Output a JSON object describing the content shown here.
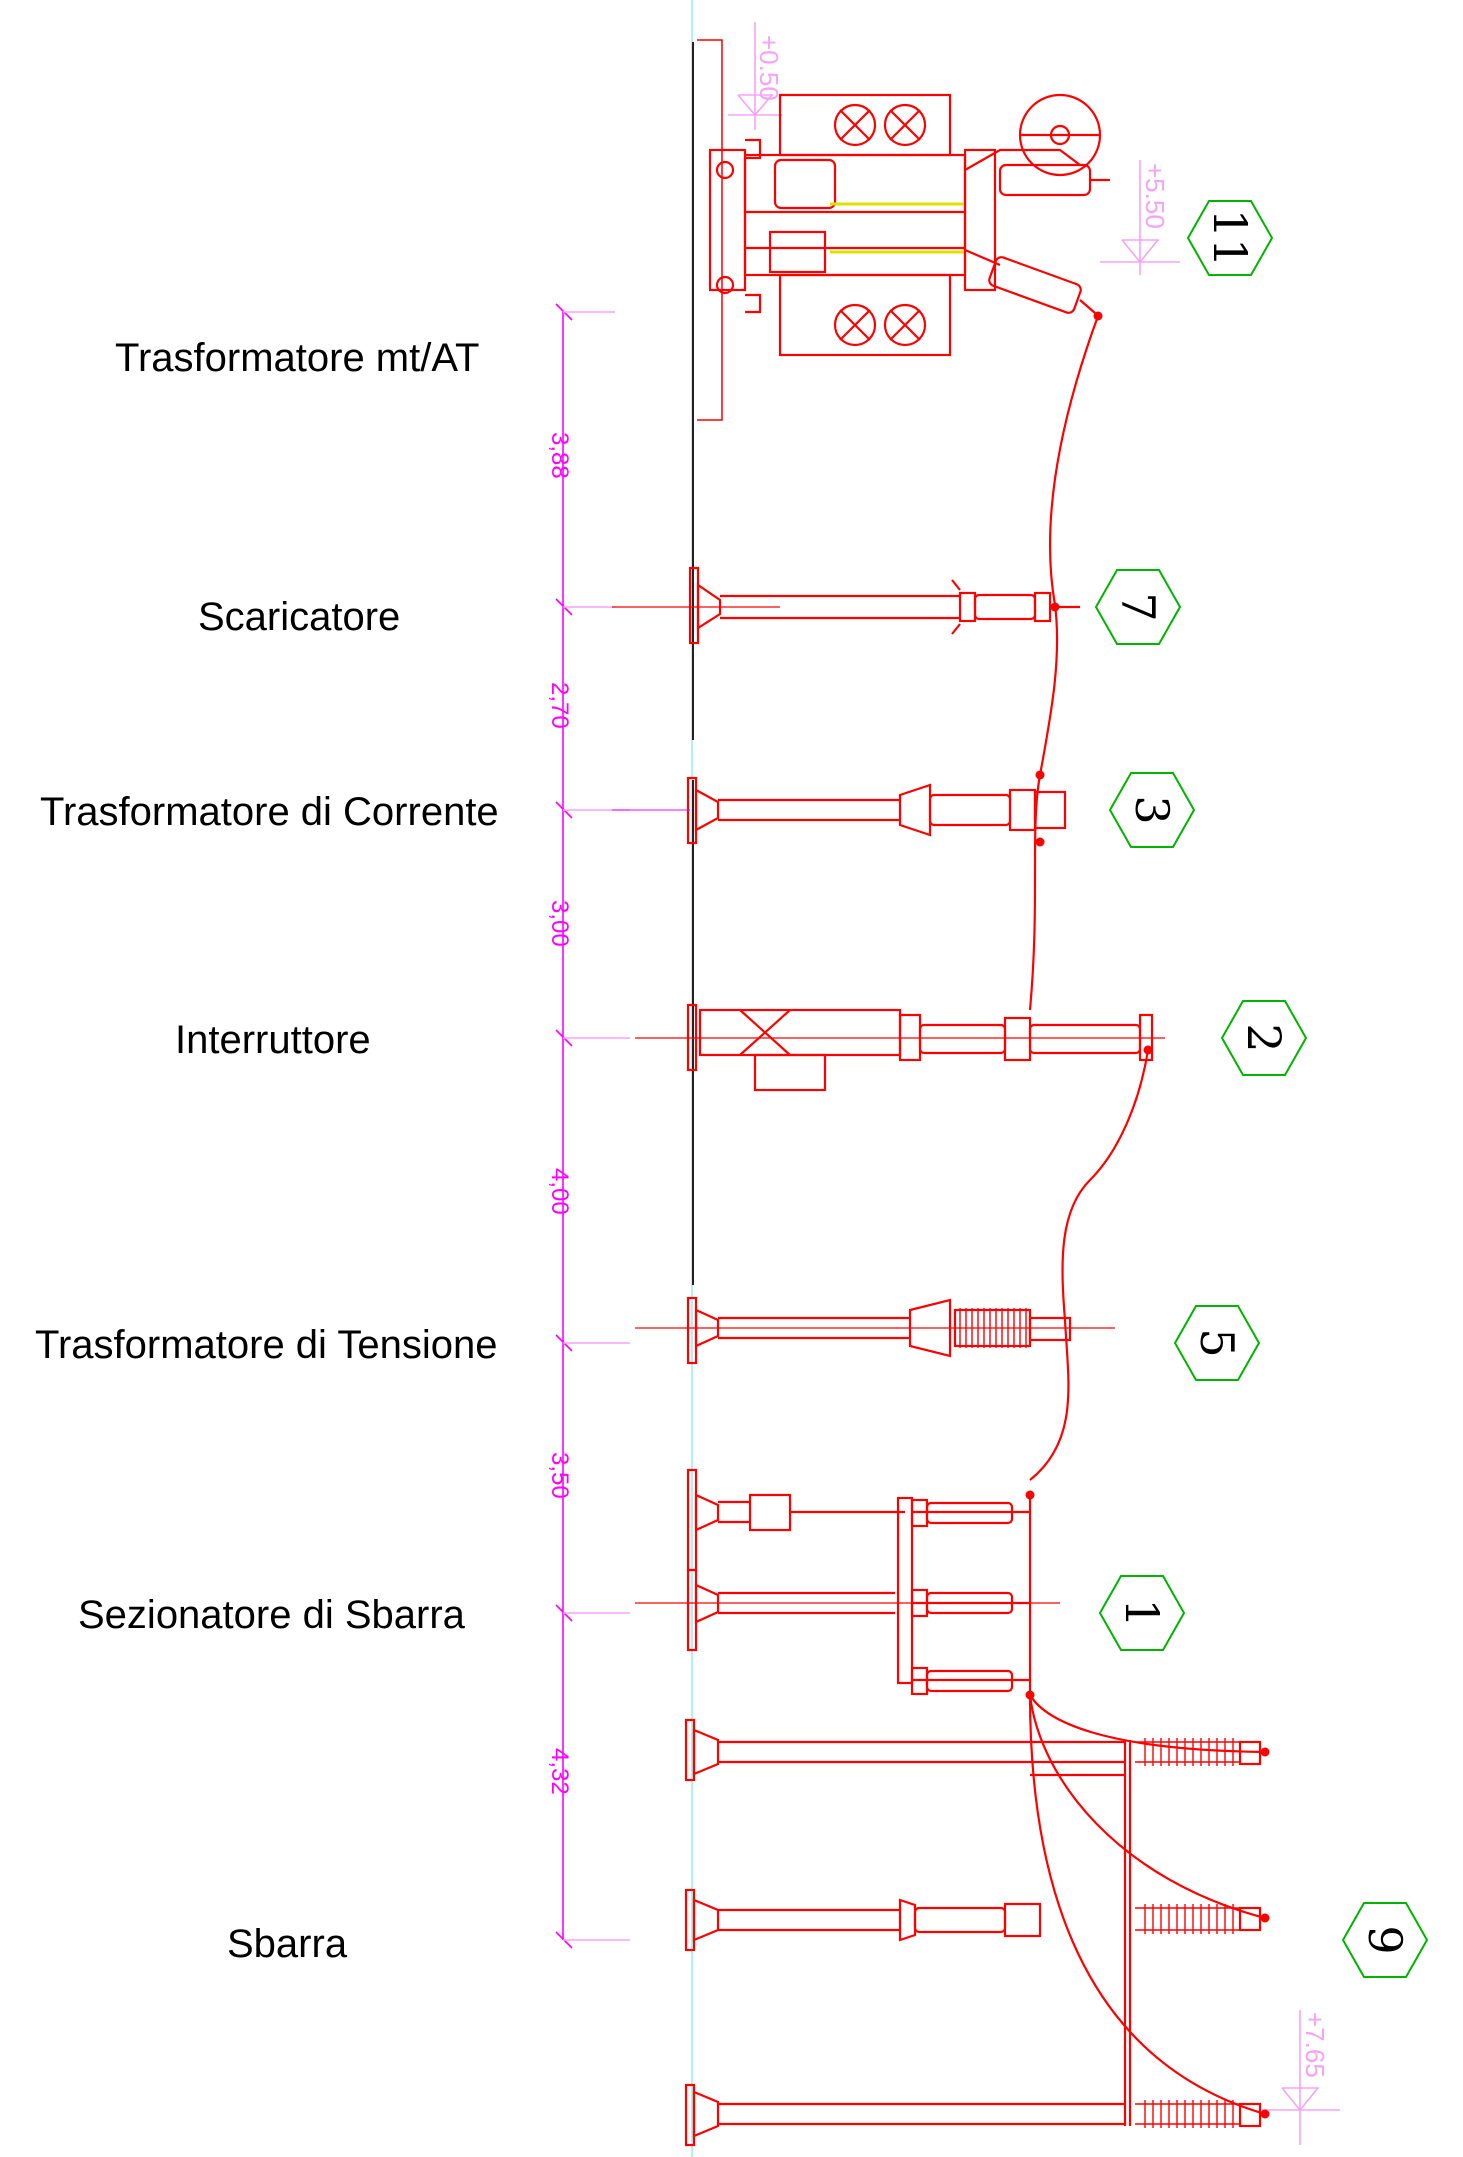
{
  "labels": {
    "transformer_mt_at": "Trasformatore mt/AT",
    "surge_arrester": "Scaricatore",
    "current_transformer": "Trasformatore di Corrente",
    "circuit_breaker": "Interruttore",
    "voltage_transformer": "Trasformatore di Tensione",
    "busbar_disconnector": "Sezionatore di Sbarra",
    "busbar": "Sbarra"
  },
  "dimensions": [
    "3,88",
    "2,70",
    "3,00",
    "4,00",
    "3,50",
    "4,32"
  ],
  "elevations": {
    "top": "+0.50",
    "transformer": "+5.50",
    "bottom": "+7.65"
  },
  "tags": {
    "transformer": "11",
    "surge_arrester": "7",
    "current_transformer": "3",
    "circuit_breaker": "2",
    "voltage_transformer": "5",
    "busbar_disconnector": "1",
    "busbar": "9"
  },
  "colors": {
    "equipment": "#ff0000",
    "dimension": "#ff00ff",
    "elevation": "#f5a3f5",
    "tag_border": "#00b400",
    "reference_line": "#7fe0e0"
  }
}
